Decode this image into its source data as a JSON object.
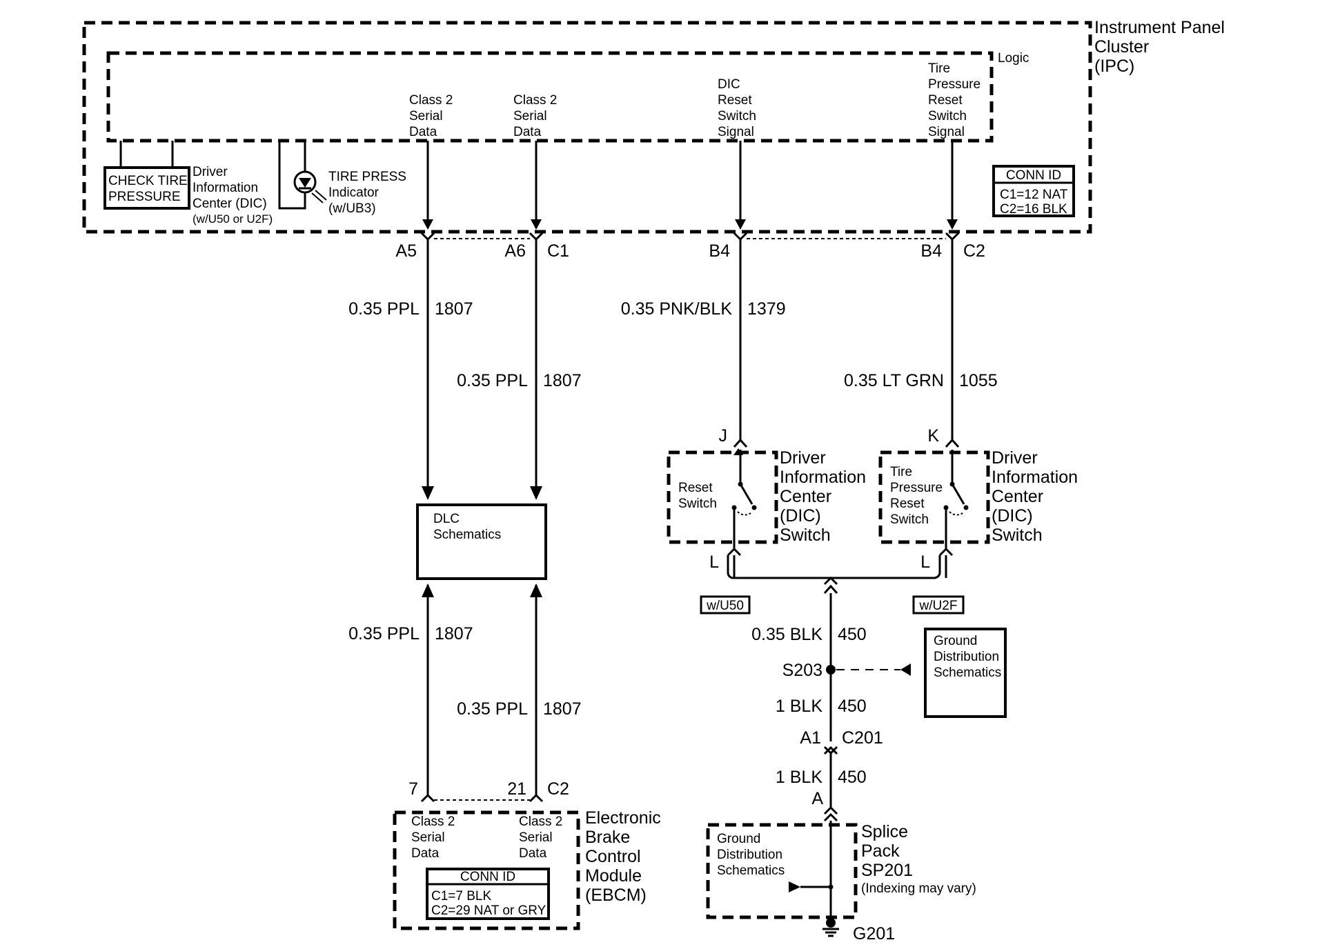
{
  "ipc": {
    "title": [
      "Instrument Panel",
      "Cluster",
      "(IPC)"
    ],
    "logic": "Logic",
    "class2_a": [
      "Class 2",
      "Serial",
      "Data"
    ],
    "class2_b": [
      "Class 2",
      "Serial",
      "Data"
    ],
    "dic_reset": [
      "DIC",
      "Reset",
      "Switch",
      "Signal"
    ],
    "tire_reset": [
      "Tire",
      "Pressure",
      "Reset",
      "Switch",
      "Signal"
    ],
    "check_tire": [
      "CHECK TIRE",
      "PRESSURE"
    ],
    "dic_label": [
      "Driver",
      "Information",
      "Center (DIC)",
      "(w/U50 or U2F)"
    ],
    "tire_press": [
      "TIRE PRESS",
      "Indicator",
      "(w/UB3)"
    ],
    "conn_id": {
      "title": "CONN ID",
      "lines": [
        "C1=12 NAT",
        "C2=16 BLK"
      ]
    }
  },
  "pins": {
    "a5": "A5",
    "a6": "A6",
    "c1": "C1",
    "b4_1": "B4",
    "b4_2": "B4",
    "c2_top": "C2",
    "j": "J",
    "k": "K",
    "l1": "L",
    "l2": "L",
    "p7": "7",
    "p21": "21",
    "c2_ebcm": "C2",
    "a1": "A1",
    "c201": "C201",
    "a": "A"
  },
  "wires": {
    "w1": {
      "size": "0.35 PPL",
      "circuit": "1807"
    },
    "w2": {
      "size": "0.35 PPL",
      "circuit": "1807"
    },
    "w3": {
      "size": "0.35 PNK/BLK",
      "circuit": "1379"
    },
    "w4": {
      "size": "0.35 LT GRN",
      "circuit": "1055"
    },
    "w5": {
      "size": "0.35 PPL",
      "circuit": "1807"
    },
    "w6": {
      "size": "0.35 PPL",
      "circuit": "1807"
    },
    "w7": {
      "size": "0.35 BLK",
      "circuit": "450"
    },
    "w8": {
      "size": "1 BLK",
      "circuit": "450"
    },
    "w9": {
      "size": "1 BLK",
      "circuit": "450"
    }
  },
  "dlc": [
    "DLC",
    "Schematics"
  ],
  "dic_switch_1": {
    "inner": [
      "Reset",
      "Switch"
    ],
    "label": [
      "Driver",
      "Information",
      "Center",
      "(DIC)",
      "Switch"
    ]
  },
  "dic_switch_2": {
    "inner": [
      "Tire",
      "Pressure",
      "Reset",
      "Switch"
    ],
    "label": [
      "Driver",
      "Information",
      "Center",
      "(DIC)",
      "Switch"
    ]
  },
  "options": {
    "u50": "w/U50",
    "u2f": "w/U2F"
  },
  "ground_dist": [
    "Ground",
    "Distribution",
    "Schematics"
  ],
  "ground_dist_2": [
    "Ground",
    "Distribution",
    "Schematics"
  ],
  "splice": {
    "s203": "S203",
    "label": [
      "Splice",
      "Pack",
      "SP201",
      "(Indexing may vary)"
    ]
  },
  "ground": "G201",
  "ebcm": {
    "class2_a": [
      "Class 2",
      "Serial",
      "Data"
    ],
    "class2_b": [
      "Class 2",
      "Serial",
      "Data"
    ],
    "conn_id": {
      "title": "CONN ID",
      "lines": [
        "C1=7 BLK",
        "C2=29 NAT or GRY"
      ]
    },
    "label": [
      "Electronic",
      "Brake",
      "Control",
      "Module",
      "(EBCM)"
    ]
  }
}
